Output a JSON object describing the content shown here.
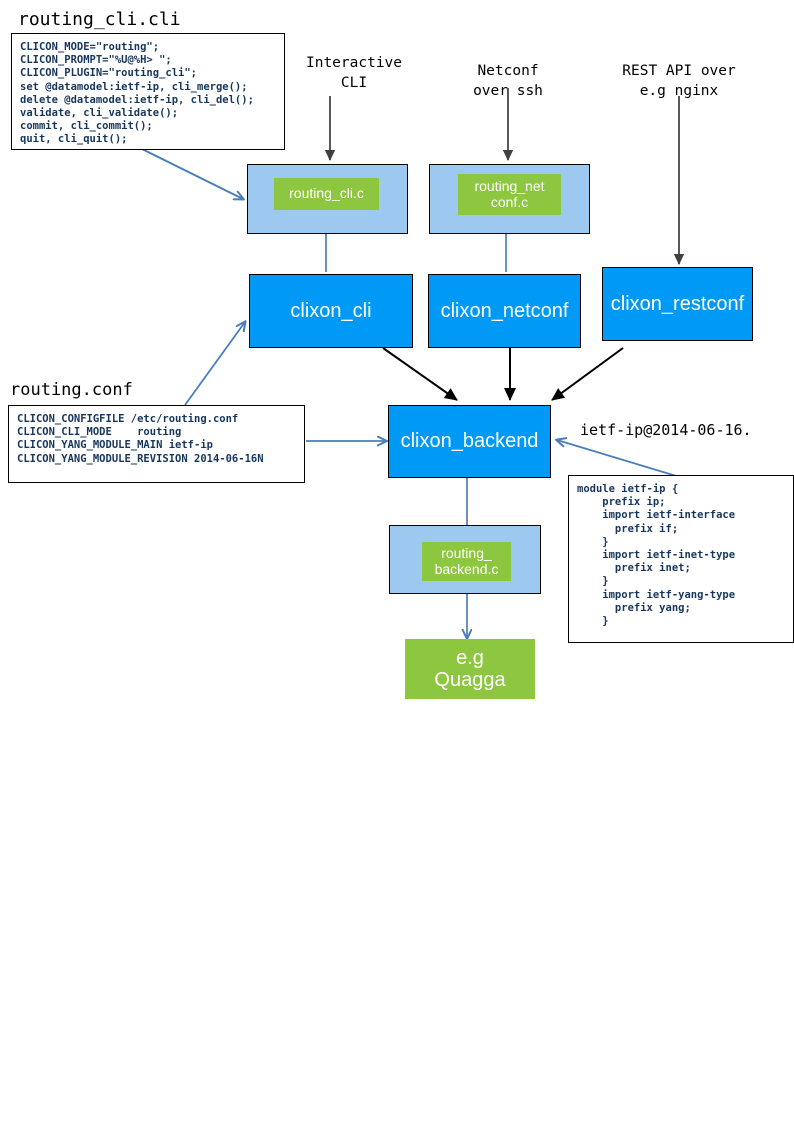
{
  "diagram": {
    "title_labels": {
      "routing_cli_file": "routing_cli.cli",
      "routing_conf_file": "routing.conf",
      "yang_module_file": "ietf-ip@2014-06-16."
    },
    "annotations": {
      "interactive_cli": "Interactive\nCLI",
      "netconf_over_ssh": "Netconf\nover ssh",
      "rest_api": "REST API over\ne.g nginx"
    },
    "code_blocks": {
      "routing_cli_cli": "CLICON_MODE=\"routing\";\nCLICON_PROMPT=\"%U@%H> \";\nCLICON_PLUGIN=\"routing_cli\";\nset @datamodel:ietf-ip, cli_merge();\ndelete @datamodel:ietf-ip, cli_del();\nvalidate, cli_validate();\ncommit, cli_commit();\nquit, cli_quit();",
      "routing_conf": "CLICON_CONFIGFILE /etc/routing.conf\nCLICON_CLI_MODE    routing\nCLICON_YANG_MODULE_MAIN ietf-ip\nCLICON_YANG_MODULE_REVISION 2014-06-16N",
      "ietf_ip_yang": "module ietf-ip {\n    prefix ip;\n    import ietf-interface\n      prefix if;\n    }\n    import ietf-inet-type\n      prefix inet;\n    }\n    import ietf-yang-type\n      prefix yang;\n    }"
    },
    "nodes": {
      "plugin_cli": "routing_cli.c",
      "plugin_netconf": "routing_net\nconf.c",
      "plugin_backend": "routing_\nbackend.c",
      "clixon_cli": "clixon_cli",
      "clixon_netconf": "clixon_netconf",
      "clixon_restconf": "clixon_restconf",
      "clixon_backend": "clixon_backend",
      "quagga": "e.g\nQuagga"
    },
    "colors": {
      "outer_blue": "#9dc9f0",
      "solid_blue": "#0099f5",
      "green": "#8dc63f",
      "arrow_black": "#000000",
      "arrow_blue": "#4a7ebb",
      "arrow_grey": "#595959",
      "text_code": "#17365d"
    }
  }
}
